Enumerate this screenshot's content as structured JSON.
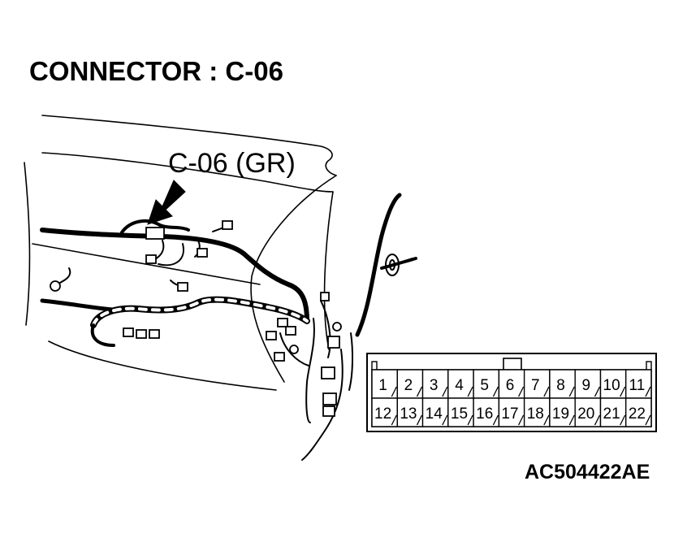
{
  "title": "CONNECTOR : C-06",
  "callout_label": "C-06 (GR)",
  "figure_code": "AC504422AE",
  "connector_face": {
    "top_row": [
      "1",
      "2",
      "3",
      "4",
      "5",
      "6",
      "7",
      "8",
      "9",
      "10",
      "11"
    ],
    "bottom_row": [
      "12",
      "13",
      "14",
      "15",
      "16",
      "17",
      "18",
      "19",
      "20",
      "21",
      "22"
    ]
  },
  "colors": {
    "line": "#000000",
    "background": "#ffffff"
  },
  "icons": {
    "callout_arrow": "arrow-down-left-icon"
  }
}
